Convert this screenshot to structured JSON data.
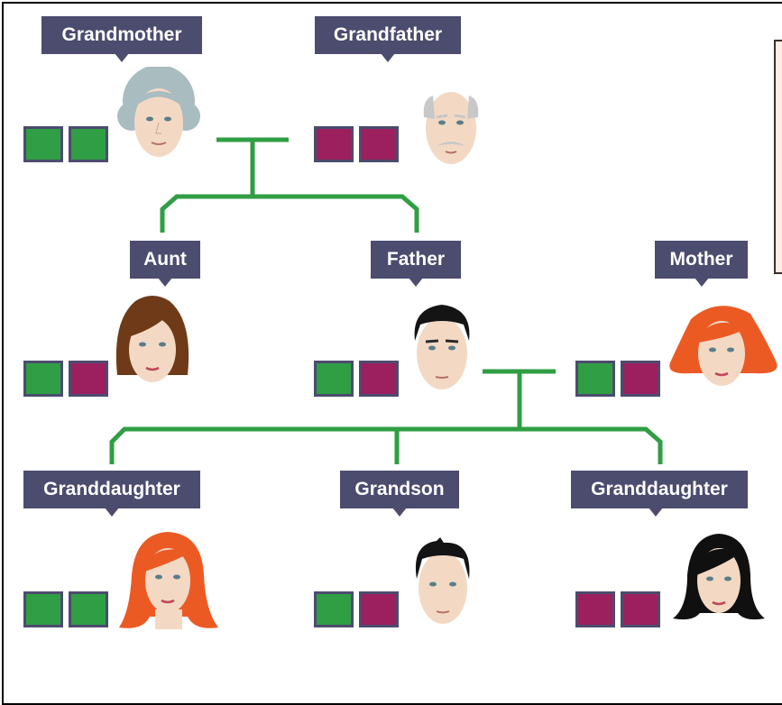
{
  "colors": {
    "dominant": "#2f9e44",
    "recessive": "#9c1f5e",
    "label_bg": "#4b4c6e",
    "line": "#2f9e44"
  },
  "people": {
    "grandmother": {
      "label": "Grandmother",
      "alleles": [
        "dominant",
        "dominant"
      ]
    },
    "grandfather": {
      "label": "Grandfather",
      "alleles": [
        "recessive",
        "recessive"
      ]
    },
    "aunt": {
      "label": "Aunt",
      "alleles": [
        "dominant",
        "recessive"
      ]
    },
    "father": {
      "label": "Father",
      "alleles": [
        "dominant",
        "recessive"
      ]
    },
    "mother": {
      "label": "Mother",
      "alleles": [
        "dominant",
        "recessive"
      ]
    },
    "granddaughter_1": {
      "label": "Granddaughter",
      "alleles": [
        "dominant",
        "dominant"
      ]
    },
    "grandson": {
      "label": "Grandson",
      "alleles": [
        "dominant",
        "recessive"
      ]
    },
    "granddaughter_2": {
      "label": "Granddaughter",
      "alleles": [
        "recessive",
        "recessive"
      ]
    }
  }
}
